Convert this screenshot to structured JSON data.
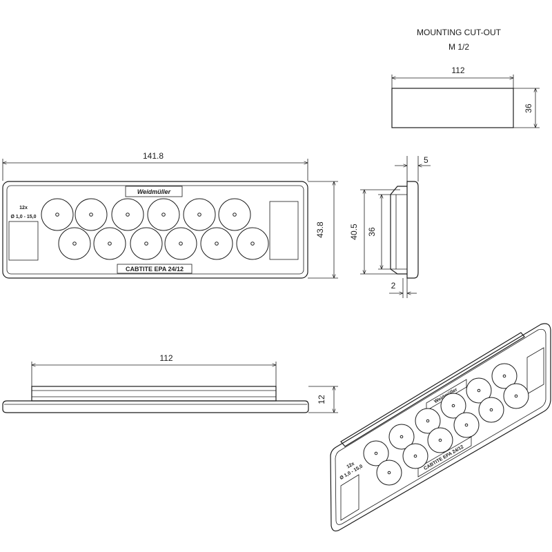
{
  "cutout": {
    "title_line1": "MOUNTING CUT-OUT",
    "title_line2": "M 1/2",
    "width": "112",
    "height": "36"
  },
  "front_view": {
    "overall_width": "141.8",
    "overall_height": "43.8",
    "brand_label": "Weidmüller",
    "product_label": "CABTITE  EPA 24/12",
    "count_label": "12x",
    "range_label": "Ø 1,0 - 15,0"
  },
  "side_view": {
    "flange_thickness": "5",
    "inner_height": "40.5",
    "cutout_height": "36",
    "gap": "2"
  },
  "bottom_view": {
    "width": "112",
    "height": "12"
  },
  "iso_view": {
    "brand_label": "Weidmüller",
    "product_label": "CABTITE  EPA 24/12",
    "count_label": "12x",
    "range_label": "Ø 1,0 - 15,0"
  },
  "colors": {
    "line": "#1a1a1a",
    "background": "#ffffff"
  }
}
